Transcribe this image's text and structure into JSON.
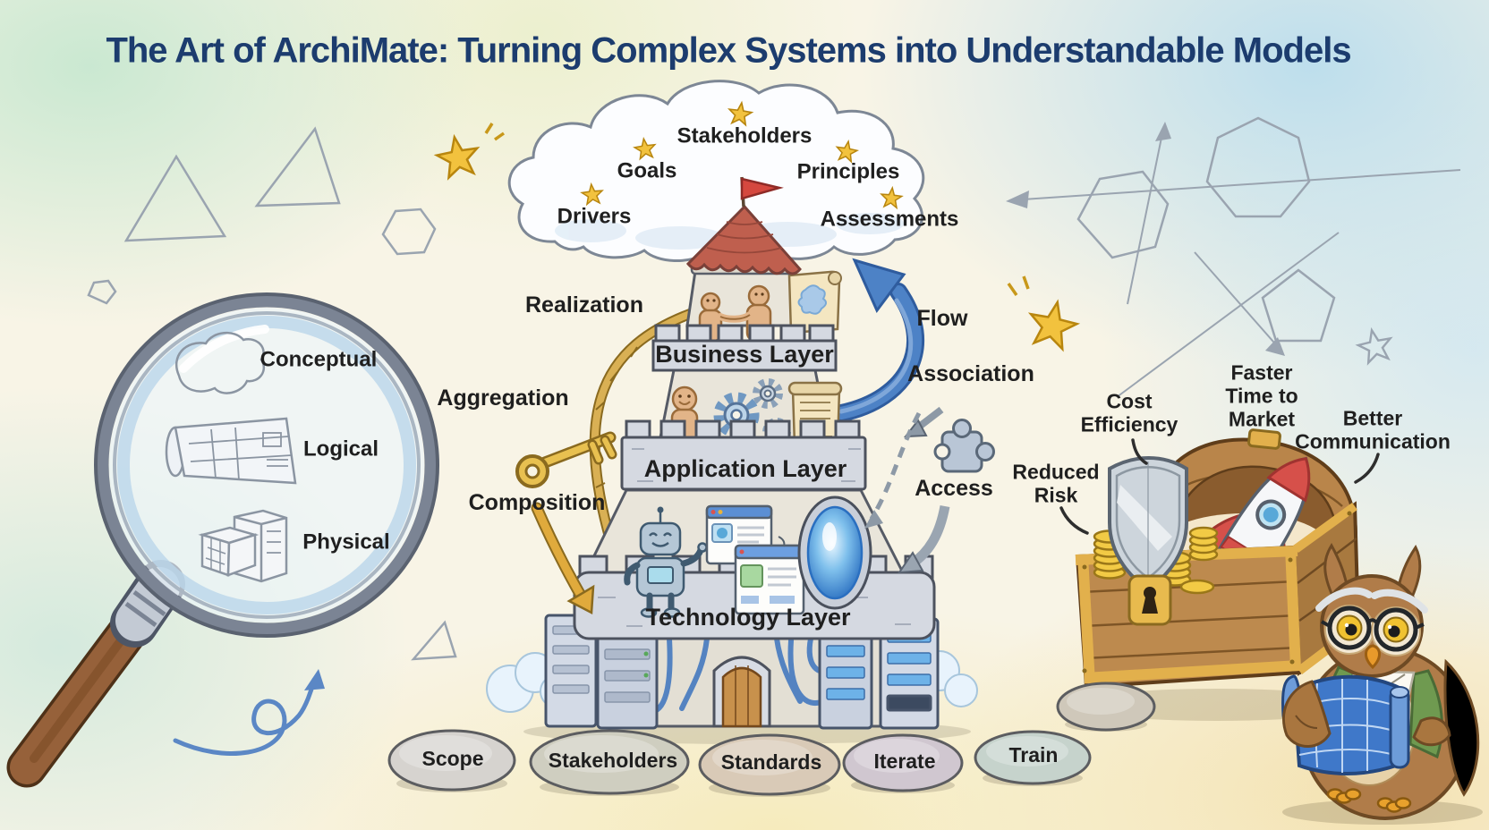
{
  "title": "The Art of ArchiMate: Turning Complex Systems into Understandable Models",
  "cloud": {
    "stakeholders": "Stakeholders",
    "goals": "Goals",
    "principles": "Principles",
    "drivers": "Drivers",
    "assessments": "Assessments"
  },
  "layers": {
    "business": "Business Layer",
    "application": "Application Layer",
    "technology": "Technology Layer"
  },
  "relationships": {
    "realization": "Realization",
    "aggregation": "Aggregation",
    "composition": "Composition",
    "flow": "Flow",
    "association": "Association",
    "access": "Access"
  },
  "abstractions": {
    "conceptual": "Conceptual",
    "logical": "Logical",
    "physical": "Physical"
  },
  "benefits": {
    "cost_efficiency": "Cost Efficiency",
    "faster_time_to_market": "Faster Time to Market",
    "better_communication": "Better Communication",
    "reduced_risk": "Reduced Risk"
  },
  "steps": {
    "scope": "Scope",
    "stakeholders": "Stakeholders",
    "standards": "Standards",
    "iterate": "Iterate",
    "train": "Train"
  },
  "icons": {
    "magnifier": "magnifying-glass-icon",
    "cloud": "cloud-icon",
    "castle": "castle-tower-icon",
    "flag": "flag-icon",
    "key": "gold-key-icon",
    "gear": "gear-icon",
    "scroll": "scroll-icon",
    "robot": "robot-icon",
    "portal": "portal-icon",
    "server": "server-icon",
    "door": "wooden-door-icon",
    "puzzle": "puzzle-piece-icon",
    "shield": "shield-icon",
    "coins": "gold-coins-icon",
    "chest": "treasure-chest-icon",
    "rocket": "rocket-icon",
    "owl": "owl-architect-icon",
    "blueprint": "blueprint-icon",
    "star": "star-icon",
    "stone": "stepping-stone-icon"
  },
  "colors": {
    "title": "#1c3c6e",
    "text": "#1f1f1f",
    "star_gold": "#f2c23e",
    "rope_gold": "#d9b054",
    "arrow_blue": "#4d82c6",
    "stone_wall": "#d5d9e1",
    "roof_red": "#bf5f4e",
    "chest_wood": "#bd8a4e",
    "trim_gold": "#e2b04c",
    "owl_brown": "#b07c49",
    "vest_green": "#6f9a50",
    "blueprint_blue": "#3f78c9",
    "portal_blue": "#59a7e8"
  }
}
